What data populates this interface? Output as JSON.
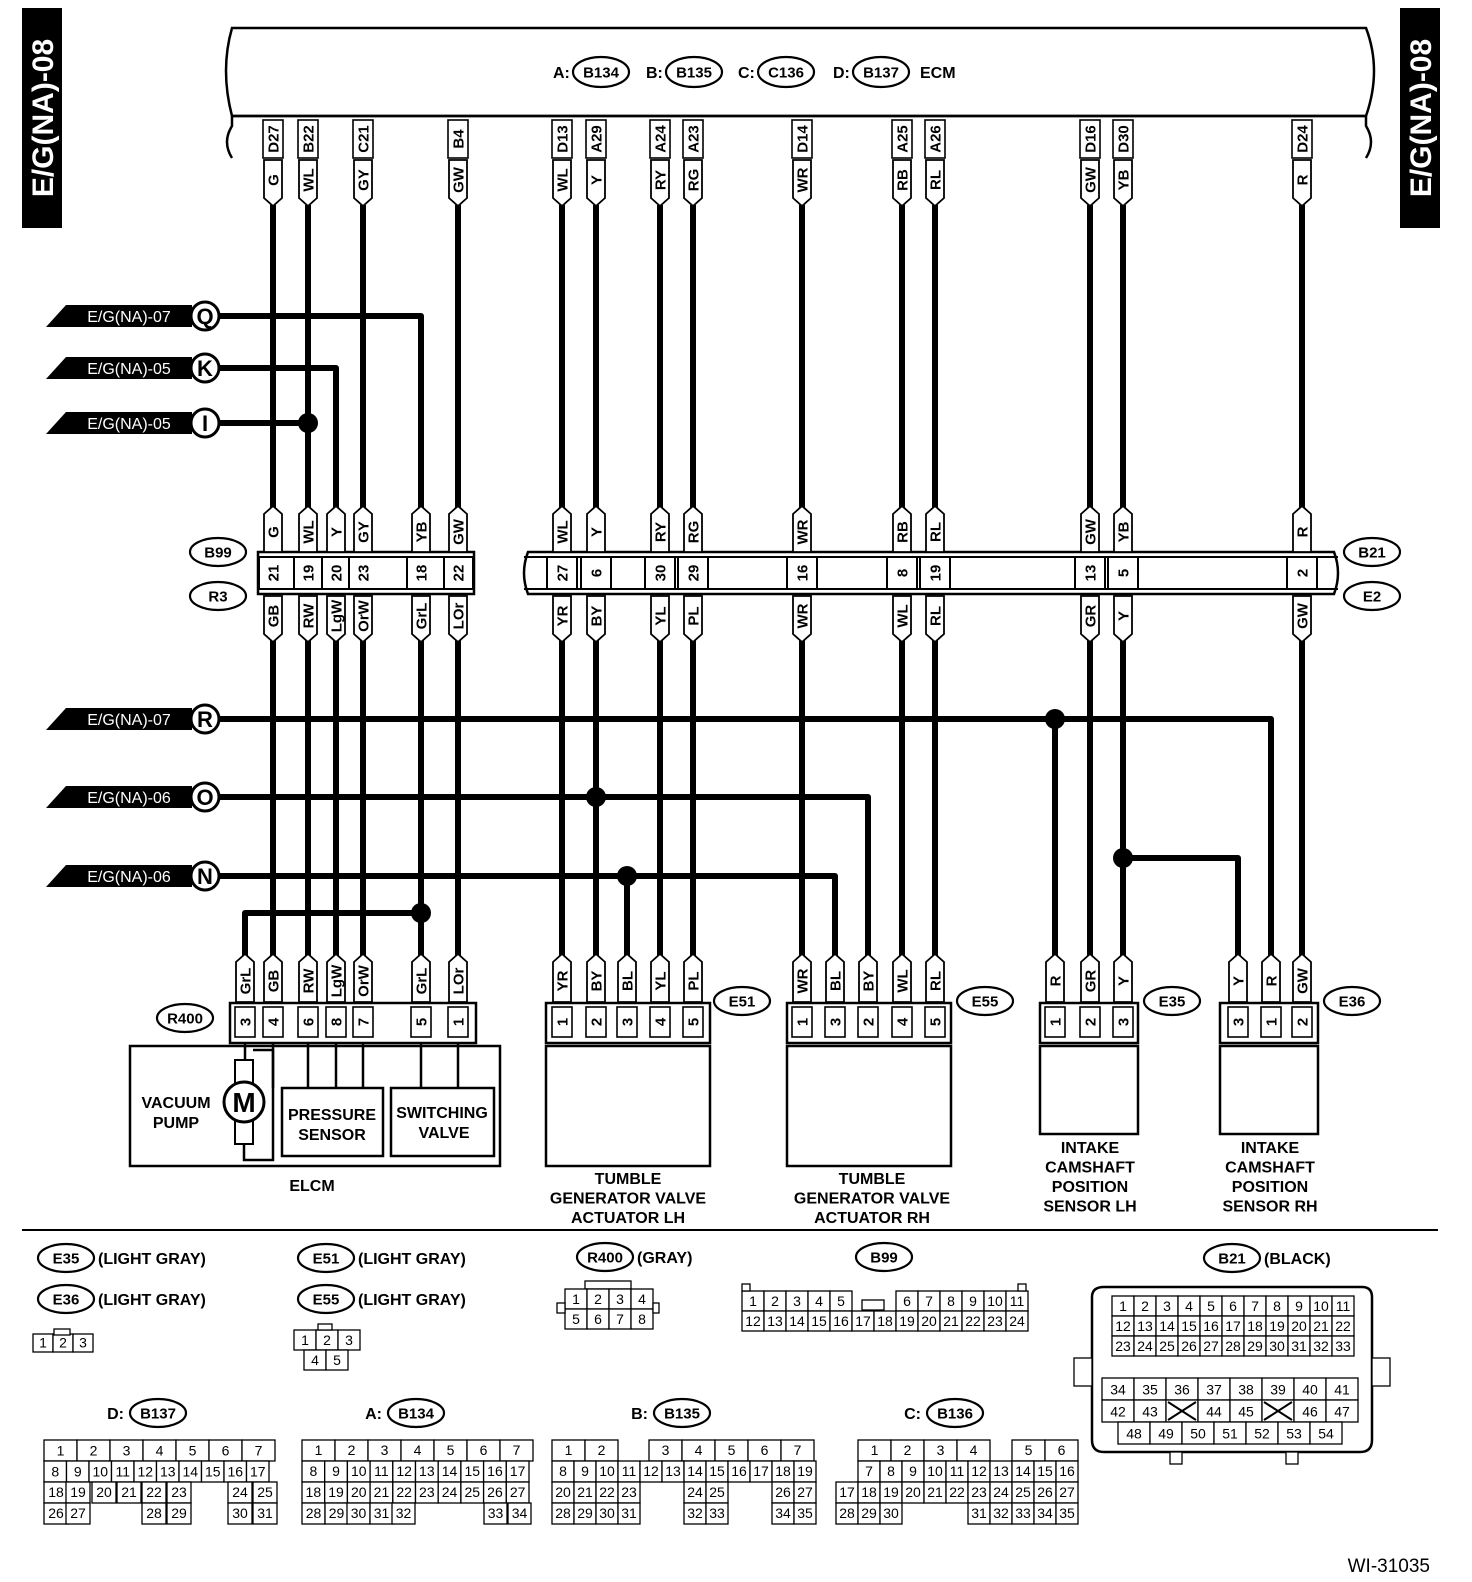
{
  "page_tag": "E/G(NA)-08",
  "ecm": {
    "connectors": [
      {
        "letter": "A:",
        "id": "B134"
      },
      {
        "letter": "B:",
        "id": "B135"
      },
      {
        "letter": "C:",
        "id": "C136"
      },
      {
        "letter": "D:",
        "id": "B137"
      }
    ],
    "name": "ECM"
  },
  "ecm_pins": [
    {
      "pin": "D27",
      "color": "G"
    },
    {
      "pin": "B22",
      "color": "WL"
    },
    {
      "pin": "C21",
      "color": "GY"
    },
    {
      "pin": "B4",
      "color": "GW"
    },
    {
      "pin": "D13",
      "color": "WL"
    },
    {
      "pin": "A29",
      "color": "Y"
    },
    {
      "pin": "A24",
      "color": "RY"
    },
    {
      "pin": "A23",
      "color": "RG"
    },
    {
      "pin": "D14",
      "color": "WR"
    },
    {
      "pin": "A25",
      "color": "RB"
    },
    {
      "pin": "A26",
      "color": "RL"
    },
    {
      "pin": "D16",
      "color": "GW"
    },
    {
      "pin": "D30",
      "color": "YB"
    },
    {
      "pin": "D24",
      "color": "R"
    }
  ],
  "references": [
    {
      "label": "E/G(NA)-07",
      "letter": "Q"
    },
    {
      "label": "E/G(NA)-05",
      "letter": "K"
    },
    {
      "label": "E/G(NA)-05",
      "letter": "I"
    },
    {
      "label": "E/G(NA)-07",
      "letter": "R"
    },
    {
      "label": "E/G(NA)-06",
      "letter": "O"
    },
    {
      "label": "E/G(NA)-06",
      "letter": "N"
    }
  ],
  "junction_left": {
    "top_id": "B99",
    "bottom_id": "R3",
    "top_colors": [
      "G",
      "WL",
      "Y",
      "GY",
      "YB",
      "GW"
    ],
    "pins": [
      "21",
      "19",
      "20",
      "23",
      "18",
      "22"
    ],
    "bottom_colors": [
      "GB",
      "RW",
      "LgW",
      "OrW",
      "GrL",
      "LOr"
    ]
  },
  "junction_right": {
    "top_id": "B21",
    "bottom_id": "E2",
    "top_colors": [
      "WL",
      "Y",
      "RY",
      "RG",
      "WR",
      "RB",
      "RL",
      "GW",
      "YB",
      "R"
    ],
    "pins": [
      "27",
      "6",
      "30",
      "29",
      "16",
      "8",
      "19",
      "13",
      "5",
      "2"
    ],
    "bottom_colors": [
      "YR",
      "BY",
      "YL",
      "PL",
      "WR",
      "WL",
      "RL",
      "GR",
      "Y",
      "GW"
    ]
  },
  "components": [
    {
      "connector": "R400",
      "wire_colors": [
        "GrL",
        "GB",
        "RW",
        "LgW",
        "OrW",
        "GrL",
        "LOr"
      ],
      "pins": [
        "3",
        "4",
        "6",
        "8",
        "7",
        "5",
        "1"
      ],
      "name": "ELCM",
      "parts": {
        "pump_line1": "VACUUM",
        "pump_line2": "PUMP",
        "motor": "M",
        "sensor_line1": "PRESSURE",
        "sensor_line2": "SENSOR",
        "valve_line1": "SWITCHING",
        "valve_line2": "VALVE"
      }
    },
    {
      "connector": "E51",
      "wire_colors": [
        "YR",
        "BY",
        "BL",
        "YL",
        "PL"
      ],
      "pins": [
        "1",
        "2",
        "3",
        "4",
        "5"
      ],
      "name_lines": [
        "TUMBLE",
        "GENERATOR VALVE",
        "ACTUATOR LH"
      ]
    },
    {
      "connector": "E55",
      "wire_colors": [
        "WR",
        "BL",
        "BY",
        "WL",
        "RL"
      ],
      "pins": [
        "1",
        "3",
        "2",
        "4",
        "5"
      ],
      "name_lines": [
        "TUMBLE",
        "GENERATOR VALVE",
        "ACTUATOR RH"
      ]
    },
    {
      "connector": "E35",
      "wire_colors": [
        "R",
        "GR",
        "Y"
      ],
      "pins": [
        "1",
        "2",
        "3"
      ],
      "name_lines": [
        "INTAKE",
        "CAMSHAFT",
        "POSITION",
        "SENSOR LH"
      ]
    },
    {
      "connector": "E36",
      "wire_colors": [
        "Y",
        "R",
        "GW"
      ],
      "pins": [
        "3",
        "1",
        "2"
      ],
      "name_lines": [
        "INTAKE",
        "CAMSHAFT",
        "POSITION",
        "SENSOR RH"
      ]
    }
  ],
  "legend": {
    "e35": {
      "id": "E35",
      "color": "(LIGHT GRAY)"
    },
    "e36": {
      "id": "E36",
      "color": "(LIGHT GRAY)"
    },
    "e51": {
      "id": "E51",
      "color": "(LIGHT GRAY)"
    },
    "e55": {
      "id": "E55",
      "color": "(LIGHT GRAY)"
    },
    "r400": {
      "id": "R400",
      "color": "(GRAY)"
    },
    "b99": {
      "id": "B99"
    },
    "b21": {
      "id": "B21",
      "color": "(BLACK)"
    },
    "d": {
      "letter": "D:",
      "id": "B137"
    },
    "a": {
      "letter": "A:",
      "id": "B134"
    },
    "b": {
      "letter": "B:",
      "id": "B135"
    },
    "c": {
      "letter": "C:",
      "id": "B136"
    }
  },
  "pinouts": {
    "e35_e36": [
      [
        "1",
        "2",
        "3"
      ]
    ],
    "e51_e55": [
      [
        "1",
        "2",
        "3"
      ],
      [
        "",
        "4",
        "5"
      ]
    ],
    "r400": [
      [
        "1",
        "2",
        "3",
        "4"
      ],
      [
        "5",
        "6",
        "7",
        "8"
      ]
    ],
    "b99": [
      [
        "1",
        "2",
        "3",
        "4",
        "5",
        "",
        "6",
        "7",
        "8",
        "9",
        "10",
        "11"
      ],
      [
        "12",
        "13",
        "14",
        "15",
        "16",
        "17",
        "18",
        "19",
        "20",
        "21",
        "22",
        "23",
        "24"
      ]
    ],
    "b21_top": [
      [
        "1",
        "2",
        "3",
        "4",
        "5",
        "6",
        "7",
        "8",
        "9",
        "10",
        "11"
      ],
      [
        "12",
        "13",
        "14",
        "15",
        "16",
        "17",
        "18",
        "19",
        "20",
        "21",
        "22"
      ],
      [
        "23",
        "24",
        "25",
        "26",
        "27",
        "28",
        "29",
        "30",
        "31",
        "32",
        "33"
      ]
    ],
    "b21_bottom": [
      [
        "34",
        "35",
        "36",
        "37",
        "38",
        "39",
        "40",
        "41"
      ],
      [
        "42",
        "43",
        "X",
        "44",
        "45",
        "X",
        "46",
        "47"
      ],
      [
        "48",
        "49",
        "50",
        "51",
        "52",
        "53",
        "54"
      ]
    ],
    "d_b137": [
      [
        "1",
        "2",
        "3",
        "4",
        "5",
        "6",
        "7"
      ],
      [
        "8",
        "9",
        "10",
        "11",
        "12",
        "13",
        "14",
        "15",
        "16",
        "17"
      ],
      [
        "18",
        "19",
        "20",
        "21",
        "22",
        "23",
        "",
        "24",
        "25"
      ],
      [
        "26",
        "27",
        "",
        "28",
        "29",
        "",
        "30",
        "31"
      ]
    ],
    "a_b134": [
      [
        "1",
        "2",
        "3",
        "4",
        "5",
        "6",
        "7"
      ],
      [
        "8",
        "9",
        "10",
        "11",
        "12",
        "13",
        "14",
        "15",
        "16",
        "17"
      ],
      [
        "18",
        "19",
        "20",
        "21",
        "22",
        "23",
        "24",
        "25",
        "26",
        "27"
      ],
      [
        "28",
        "29",
        "30",
        "31",
        "32",
        "",
        "33",
        "34"
      ]
    ],
    "b_b135": [
      [
        "1",
        "2",
        "",
        "3",
        "4",
        "5",
        "6",
        "7"
      ],
      [
        "8",
        "9",
        "10",
        "11",
        "12",
        "13",
        "14",
        "15",
        "16",
        "17",
        "18",
        "19"
      ],
      [
        "20",
        "21",
        "22",
        "23",
        "",
        "24",
        "25",
        "",
        "26",
        "27"
      ],
      [
        "28",
        "29",
        "30",
        "31",
        "",
        "32",
        "33",
        "",
        "34",
        "35"
      ]
    ],
    "c_b136": [
      [
        "1",
        "2",
        "3",
        "4",
        "",
        "5",
        "6"
      ],
      [
        "7",
        "8",
        "9",
        "10",
        "11",
        "12",
        "13",
        "14",
        "15",
        "16"
      ],
      [
        "17",
        "18",
        "19",
        "20",
        "21",
        "22",
        "23",
        "24",
        "25",
        "26",
        "27"
      ],
      [
        "28",
        "29",
        "30",
        "",
        "31",
        "32",
        "33",
        "34",
        "35"
      ]
    ]
  },
  "figure_id": "WI-31035"
}
